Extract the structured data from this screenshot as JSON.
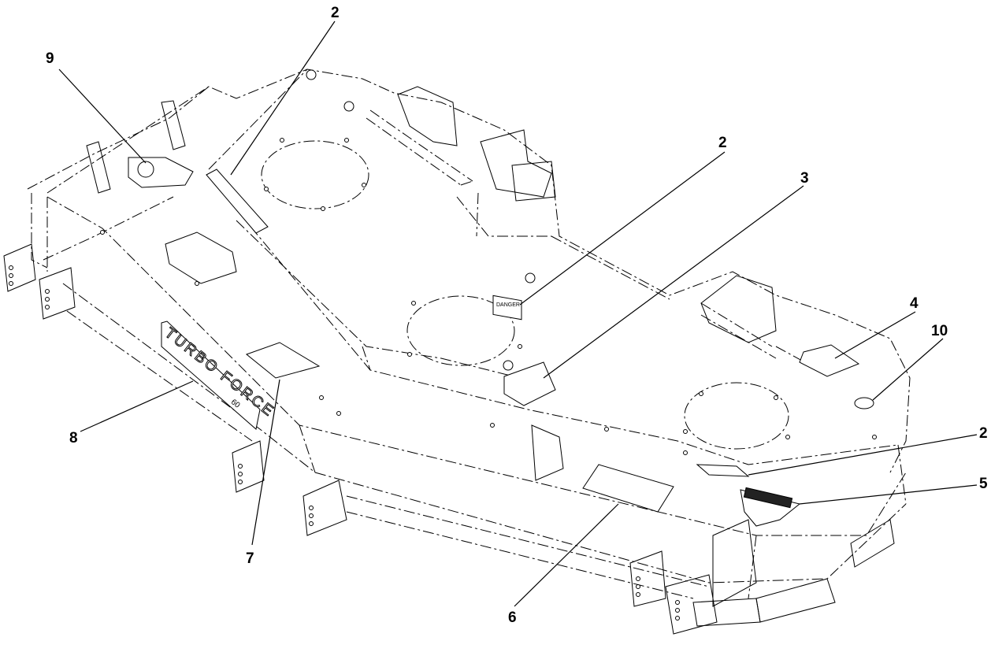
{
  "diagram": {
    "callouts": [
      {
        "id": "callout-2-top-left",
        "number": "2"
      },
      {
        "id": "callout-9",
        "number": "9"
      },
      {
        "id": "callout-2-center",
        "number": "2"
      },
      {
        "id": "callout-3",
        "number": "3"
      },
      {
        "id": "callout-4",
        "number": "4"
      },
      {
        "id": "callout-10",
        "number": "10"
      },
      {
        "id": "callout-2-right",
        "number": "2"
      },
      {
        "id": "callout-5",
        "number": "5"
      },
      {
        "id": "callout-8",
        "number": "8"
      },
      {
        "id": "callout-7",
        "number": "7"
      },
      {
        "id": "callout-6",
        "number": "6"
      }
    ],
    "brand_label": {
      "line1": "TURBO FORCE",
      "line2": "60"
    },
    "danger_word": "DANGER"
  }
}
